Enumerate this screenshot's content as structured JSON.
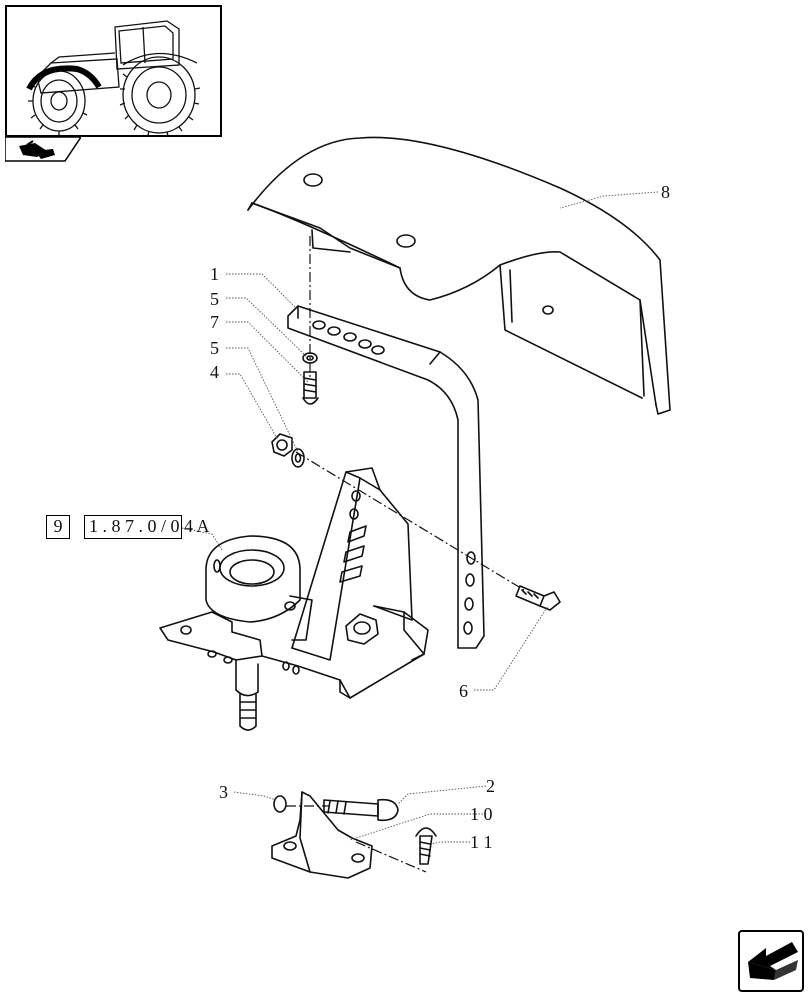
{
  "diagram": {
    "callouts": [
      {
        "id": "c1",
        "label": "1"
      },
      {
        "id": "c5a",
        "label": "5"
      },
      {
        "id": "c7",
        "label": "7"
      },
      {
        "id": "c5b",
        "label": "5"
      },
      {
        "id": "c4",
        "label": "4"
      },
      {
        "id": "c8",
        "label": "8"
      },
      {
        "id": "c6",
        "label": "6"
      },
      {
        "id": "c3",
        "label": "3"
      },
      {
        "id": "c2",
        "label": "2"
      },
      {
        "id": "c10",
        "label": "1 0"
      },
      {
        "id": "c11",
        "label": "1 1"
      }
    ],
    "reference": {
      "section": "9",
      "code": "1 . 8 7 . 0 / 0 4 A"
    }
  },
  "icons": {
    "thumbnail": "tractor-thumbnail-icon",
    "section_tab": "section-tab-icon",
    "nav": "next-page-arrow-icon"
  }
}
